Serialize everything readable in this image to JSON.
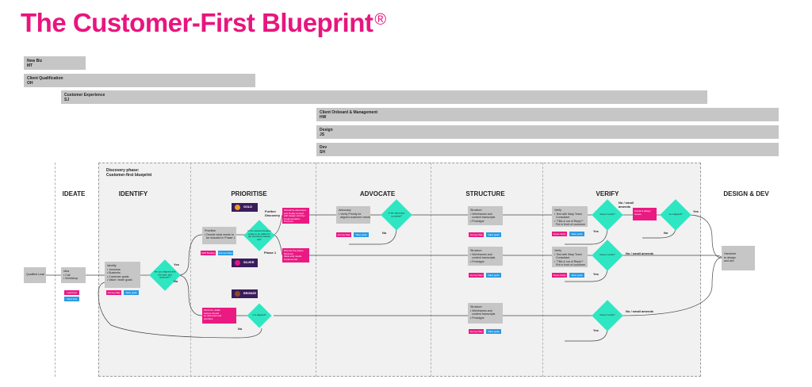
{
  "title": "The Customer-First Blueprint",
  "title_mark": "®",
  "colors": {
    "title": "#e8157e",
    "diamond": "#2ee7c2",
    "tag_pink": "#ea1a82",
    "tag_blue": "#2b9be4",
    "tier_bg": "#3a1c5c",
    "box_gray": "#c6c6c6",
    "region_bg": "#f1f1f1"
  },
  "teams": [
    {
      "name": "New Biz",
      "code": "MT"
    },
    {
      "name": "Client Qualification",
      "code": "OH"
    },
    {
      "name": "Customer Experience",
      "code": "SJ"
    },
    {
      "name": "Client Onboard & Management",
      "code": "HW"
    },
    {
      "name": "Design",
      "code": "JS"
    },
    {
      "name": "Dev",
      "code": "SH"
    }
  ],
  "region_label": "Discovery phase:\nCustomer-first blueprint",
  "phases": [
    "IDEATE",
    "IDENTIFY",
    "PRIORITISE",
    "ADVOCATE",
    "STRUCTURE",
    "VERIFY",
    "DESIGN & DEV"
  ],
  "nodes": {
    "qualified": "Qualified Lead",
    "idea": "Idea\n• Call\n• Workshop",
    "identify": "Identify\n• Journeys\n• Business\n• Customer goals\n• Value / team goals",
    "prioritise": "Prioritise\n• Decide what needs to\n  be included in Phase 1",
    "advocacy": "Advocacy\n• Verify Priority for\n  aligned customer needs",
    "structure1": "Structure\n• Wireframes and\n  content transcripts\n• Prototype",
    "structure2": "Structure\n• Wireframes and\n  content transcripts\n• Prototype",
    "structure3": "Structure\n• Wireframes and\n  content transcripts\n• Prototype",
    "verify1": "Verify\n• Test with 5day Team\n  Consultant\n• \"TBA & out of Reply\"*\n  Put in front of customer",
    "verify2": "Verify\n• Test with 5day Team\n  Consultant\n• \"TBA & out of Reply\"*\n  Put in front of customer",
    "handover": "Handover\nto design\nand dev"
  },
  "tags": {
    "idea_pink": "Lead brief",
    "idea_blue": "Client brief",
    "identify_pink": "Journey Map",
    "identify_blue": "Value goals",
    "prioritise_pink": "MVP Backlog",
    "prioritise_blue": "Journey Maps",
    "advocate_pink": "Journey Map",
    "advocate_blue": "Value goals",
    "s1_pink": "Journey Map",
    "s1_blue": "Value goals",
    "s2_pink": "Journey Map",
    "s2_blue": "Value goals",
    "s3_pink": "Journey Map",
    "s3_blue": "Value goals",
    "v1_pink": "Scope clarity",
    "v1_blue": "Value goals",
    "v2_pink": "Scope clarity",
    "v2_blue": "Value goals"
  },
  "magenta_boxes": {
    "gold_note": "Should be discussed\nand ideally scoped\nwith design and dev\nimplementation\nStructure",
    "silver_note": "Discuss the phase\nMinimum\nIdeas and needs\nimplemented",
    "bronze_note": "Minimum viable\nfeature should\nbe delivered and\npriorities",
    "verify_note": "Social & design\nreview"
  },
  "diamonds": {
    "d_identify": "Are you aligned with\nthe team and\ncustomer?",
    "d_prioritise": "Is the selected feature\nready to be added\nto the prioritised\nfeature list?",
    "d_advocate": "Is the advocacy\ncomplete?",
    "d_v1": "Does it verify?",
    "d_v1b": "Is it aligned?",
    "d_v2": "Does it verify?",
    "d_bottom_a": "Is it aligned?",
    "d_v3": "Does it verify?"
  },
  "tiers": [
    {
      "name": "GOLD",
      "dot": "#f39a1f"
    },
    {
      "name": "SILVER",
      "dot": "#e8157e"
    },
    {
      "name": "BRONZE",
      "dot": "#8a4a2a"
    }
  ],
  "labels": {
    "further": "Further\nDiscovery",
    "phase1": "Phase 1",
    "yes": "Yes",
    "no": "No",
    "no_small": "No / small\namends",
    "no_small_inline": "No / small amends",
    "handoff_dots": "⟶"
  }
}
